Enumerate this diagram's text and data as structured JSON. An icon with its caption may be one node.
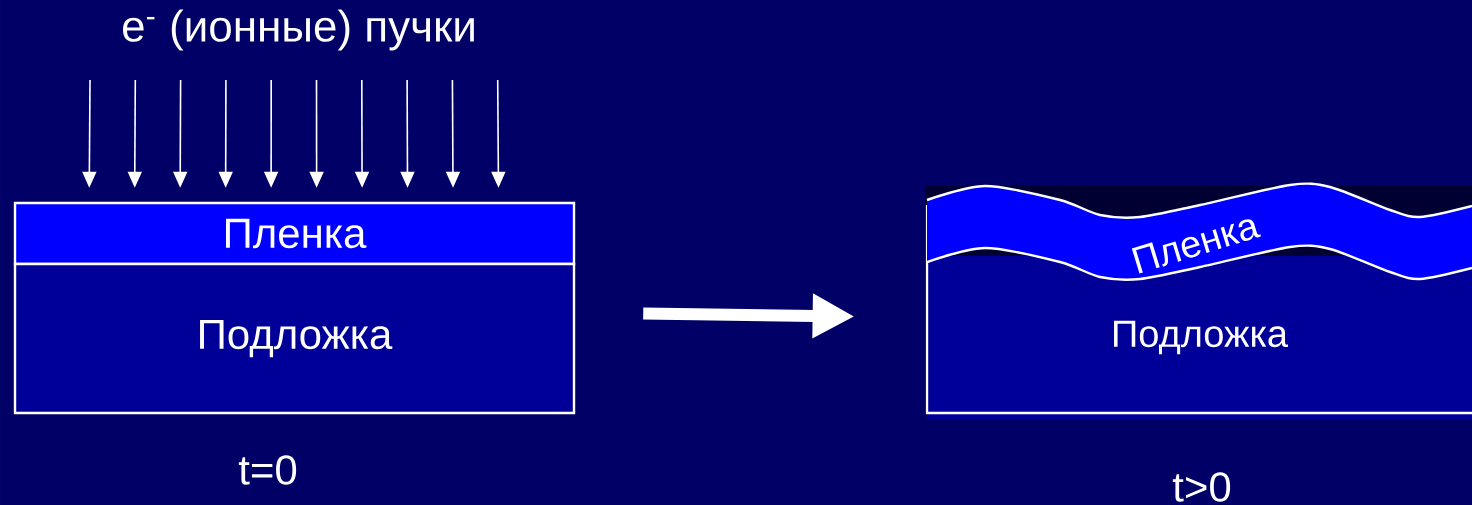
{
  "diagram": {
    "title": "e$^{-}$ (ионные) пучки",
    "nodes": [
      {
        "text": [
          "Пленка"
        ]
      },
      {
        "text": [
          "Подложка"
        ]
      },
      {
        "text": [
          "Пленка"
        ]
      },
      {
        "text": [
          "Подложка"
        ]
      }
    ],
    "edges": [
      {
        "from": null,
        "to": 0,
        "arrow": "to"
      },
      {
        "from": null,
        "to": 0,
        "arrow": "to"
      },
      {
        "from": null,
        "to": 0,
        "arrow": "to"
      },
      {
        "from": null,
        "to": 0,
        "arrow": "to"
      },
      {
        "from": null,
        "to": 0,
        "arrow": "to"
      },
      {
        "from": null,
        "to": 0,
        "arrow": "to"
      },
      {
        "from": null,
        "to": 0,
        "arrow": "to"
      },
      {
        "from": null,
        "to": 0,
        "arrow": "to"
      },
      {
        "from": null,
        "to": 0,
        "arrow": "to"
      },
      {
        "from": null,
        "to": 0,
        "arrow": "to"
      },
      {
        "from": 1,
        "to": 3,
        "arrow": "to",
        "style": "thick"
      }
    ],
    "labels": [
      "t=0",
      "t>0"
    ]
  }
}
